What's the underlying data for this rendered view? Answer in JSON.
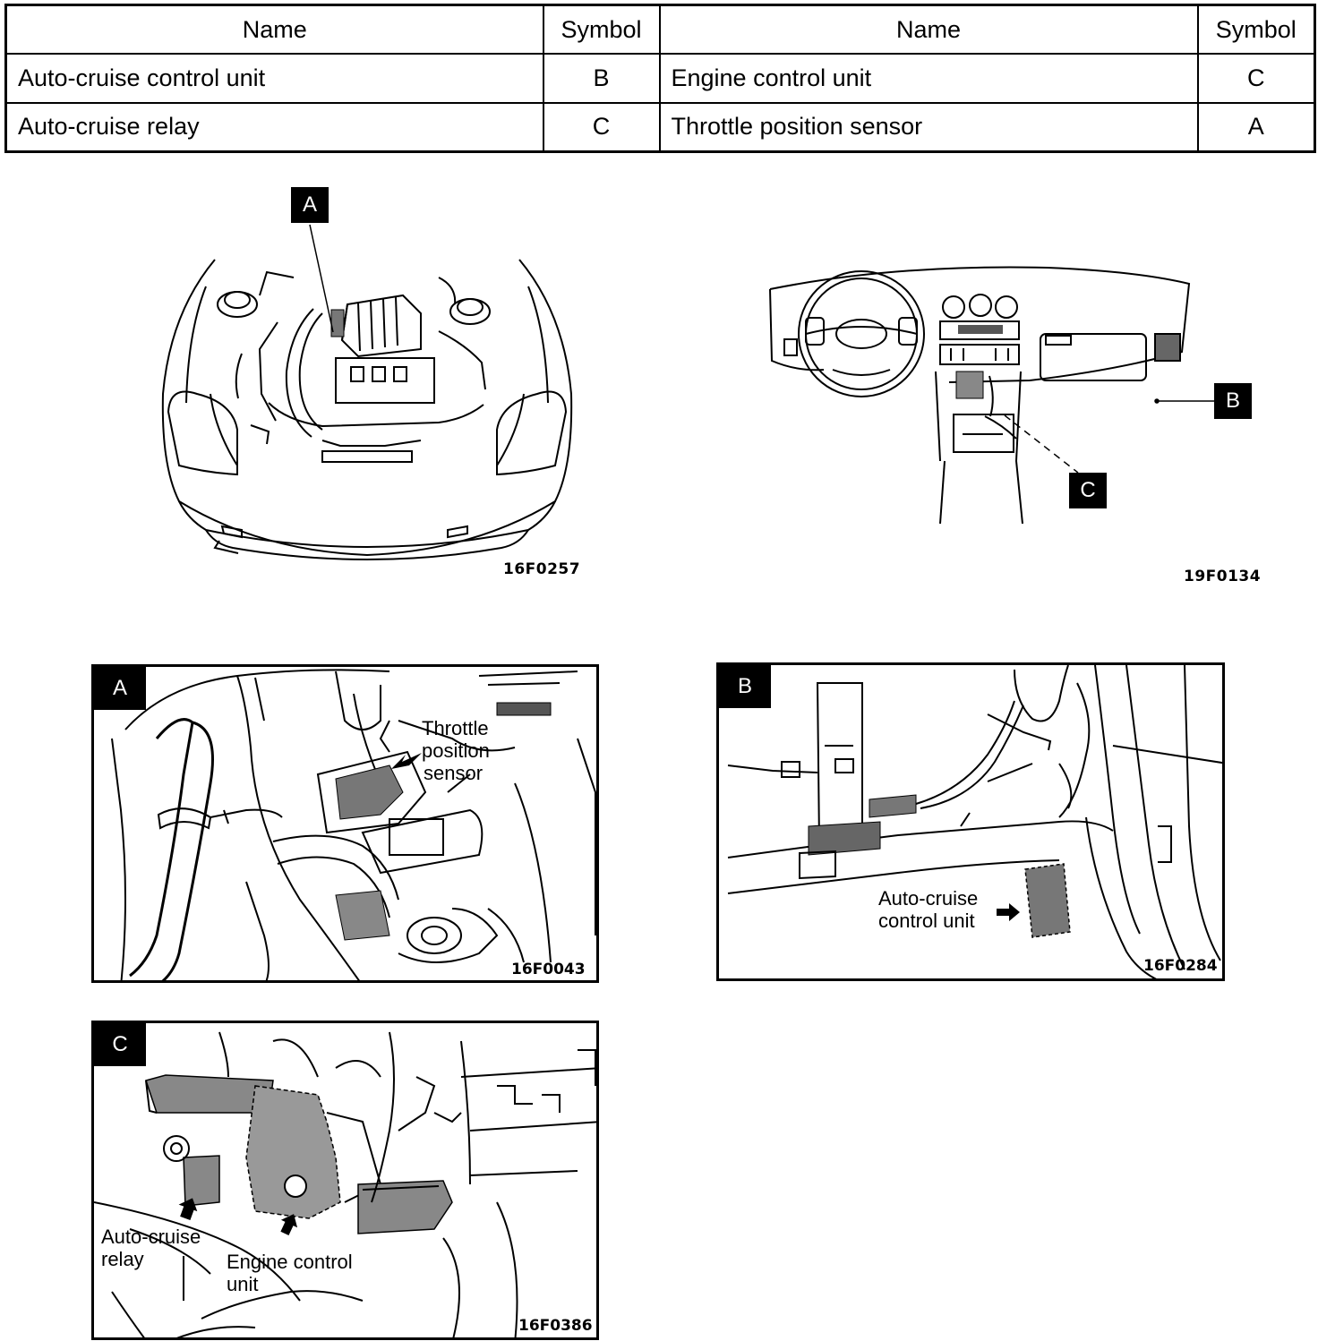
{
  "table": {
    "headers": [
      "Name",
      "Symbol",
      "Name",
      "Symbol"
    ],
    "rows": [
      [
        "Auto-cruise control unit",
        "B",
        "Engine control unit",
        "C"
      ],
      [
        "Auto-cruise relay",
        "C",
        "Throttle position sensor",
        "A"
      ]
    ]
  },
  "overview_engine": {
    "tag": "A",
    "code": "16F0257"
  },
  "overview_dash": {
    "tag_b": "B",
    "tag_c": "C",
    "code": "19F0134"
  },
  "detail_a": {
    "tag": "A",
    "label_line1": "Throttle",
    "label_line2": "position",
    "label_line3": "sensor",
    "code": "16F0043"
  },
  "detail_b": {
    "tag": "B",
    "label_line1": "Auto-cruise",
    "label_line2": "control unit",
    "code": "16F0284"
  },
  "detail_c": {
    "tag": "C",
    "relay_line1": "Auto-cruise",
    "relay_line2": "relay",
    "ecu_line1": "Engine control",
    "ecu_line2": "unit",
    "code": "16F0386"
  },
  "icons": [
    "pointer-arrow-icon"
  ],
  "colors": {
    "ink": "#000000",
    "paper": "#ffffff"
  }
}
